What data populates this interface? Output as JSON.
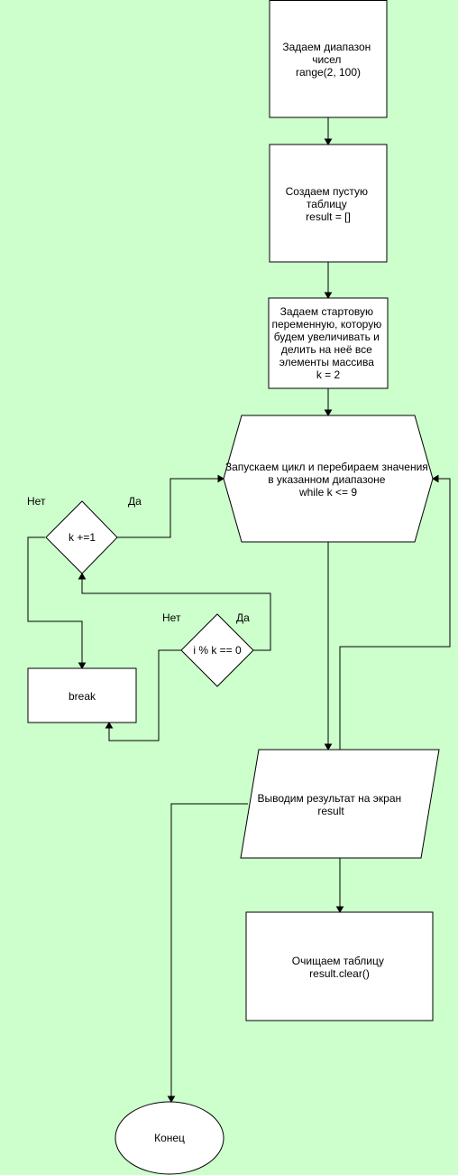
{
  "diagram": {
    "background_color": "#ccffcc",
    "node_fill": "#ffffff",
    "stroke_color": "#000000",
    "nodes": {
      "range": [
        "Задаем диапазон",
        "чисел",
        "range(2, 100)"
      ],
      "result_init": [
        "Создаем пустую",
        "таблицу",
        "result = []"
      ],
      "k_init": [
        "Задаем стартовую",
        "переменную, которую",
        "будем увеличивать и",
        "делить на неё все",
        "элементы массива",
        "k = 2"
      ],
      "loop": [
        "Запускаем цикл и перебираем значения",
        "в указанном диапазоне",
        "while k <= 9"
      ],
      "k_increment": [
        "k +=1"
      ],
      "break": [
        "break"
      ],
      "mod_check": [
        "i % k == 0"
      ],
      "output": [
        "Выводим результат на экран",
        "result"
      ],
      "clear": [
        "Очищаем таблицу",
        "result.clear()"
      ],
      "end": [
        "Конец"
      ]
    },
    "edge_labels": {
      "k_increment_no": "Нет",
      "k_increment_yes": "Да",
      "mod_check_no": "Нет",
      "mod_check_yes": "Да"
    }
  }
}
